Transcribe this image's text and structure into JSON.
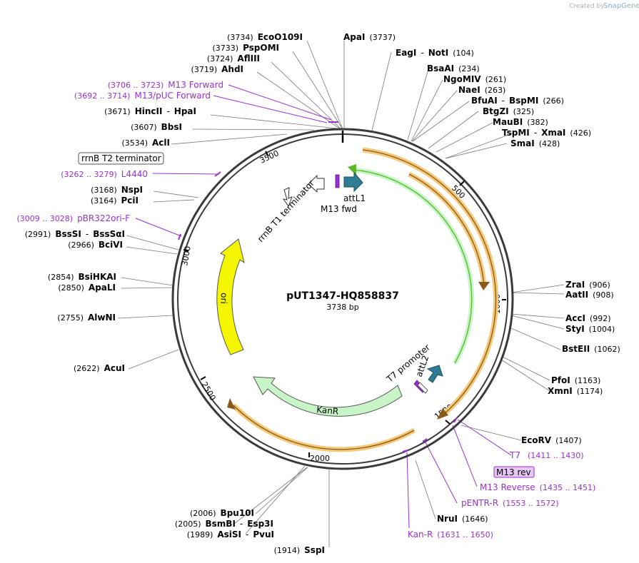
{
  "watermark": {
    "prefix": "Created by",
    "brand": "SnapGene"
  },
  "plasmid": {
    "name": "pUT1347-HQ858837",
    "size_label": "3738 bp"
  },
  "ticks": [
    "500",
    "1000",
    "1500",
    "2000",
    "2500",
    "3000",
    "3500"
  ],
  "features": {
    "attL1": "attL1",
    "m13fwd": "M13 fwd",
    "rrnb_t1": "rrnB T1 terminator",
    "ori": "ori",
    "kanr": "KanR",
    "t7promoter": "T7 promoter",
    "attL2": "attL2"
  },
  "sites": {
    "ecoo109i": {
      "name": "EcoO109I",
      "pos": "(3734)"
    },
    "pspomi": {
      "name": "PspOMI",
      "pos": "(3733)"
    },
    "aflIII": {
      "name": "AflIII",
      "pos": "(3724)"
    },
    "ahdi": {
      "name": "AhdI",
      "pos": "(3719)"
    },
    "m13forward": {
      "name": "M13 Forward",
      "pos": "(3706 .. 3723)"
    },
    "m13puc": {
      "name": "M13/pUC Forward",
      "pos": "(3692 .. 3714)"
    },
    "hincII": {
      "name": "HincII",
      "sep": "-",
      "name2": "HpaI",
      "pos": "(3671)"
    },
    "bbsi": {
      "name": "BbsI",
      "pos": "(3607)"
    },
    "acli": {
      "name": "AclI",
      "pos": "(3534)"
    },
    "rrnb_t2": {
      "name": "rrnB T2 terminator"
    },
    "l4440": {
      "name": "L4440",
      "pos": "(3262 .. 3279)"
    },
    "nspi": {
      "name": "NspI",
      "pos": "(3168)"
    },
    "pcii": {
      "name": "PciI",
      "pos": "(3164)"
    },
    "pbr322": {
      "name": "pBR322ori-F",
      "pos": "(3009 .. 3028)"
    },
    "bsssi": {
      "name": "BssSI",
      "sep": "-",
      "name2": "BssSαI",
      "pos": "(2991)"
    },
    "bcivi": {
      "name": "BciVI",
      "pos": "(2966)"
    },
    "bsihkai": {
      "name": "BsiHKAI",
      "pos": "(2854)"
    },
    "apali": {
      "name": "ApaLI",
      "pos": "(2850)"
    },
    "alwni": {
      "name": "AlwNI",
      "pos": "(2755)"
    },
    "acui": {
      "name": "AcuI",
      "pos": "(2622)"
    },
    "bpu10i": {
      "name": "Bpu10I",
      "pos": "(2006)"
    },
    "bsmbi": {
      "name": "BsmBI",
      "sep": "-",
      "name2": "Esp3I",
      "pos": "(2005)"
    },
    "asisi": {
      "name": "AsiSI",
      "sep": "-",
      "name2": "PvuI",
      "pos": "(1989)"
    },
    "sspi": {
      "name": "SspI",
      "pos": "(1914)"
    },
    "apai": {
      "name": "ApaI",
      "pos": "(3737)"
    },
    "eagi": {
      "name": "EagI",
      "sep": "-",
      "name2": "NotI",
      "pos": "(104)"
    },
    "bsaai": {
      "name": "BsaAI",
      "pos": "(234)"
    },
    "ngomiv": {
      "name": "NgoMIV",
      "pos": "(261)"
    },
    "naei": {
      "name": "NaeI",
      "pos": "(263)"
    },
    "bfuai": {
      "name": "BfuAI",
      "sep": "-",
      "name2": "BspMI",
      "pos": "(266)"
    },
    "btgzi": {
      "name": "BtgZI",
      "pos": "(325)"
    },
    "maubi": {
      "name": "MauBI",
      "pos": "(382)"
    },
    "tspmi": {
      "name": "TspMI",
      "sep": "-",
      "name2": "XmaI",
      "pos": "(426)"
    },
    "smai": {
      "name": "SmaI",
      "pos": "(428)"
    },
    "zrai": {
      "name": "ZraI",
      "pos": "(906)"
    },
    "aatII": {
      "name": "AatII",
      "pos": "(908)"
    },
    "acci": {
      "name": "AccI",
      "pos": "(992)"
    },
    "styi": {
      "name": "StyI",
      "pos": "(1004)"
    },
    "bsteII": {
      "name": "BstEII",
      "pos": "(1062)"
    },
    "pfoi": {
      "name": "PfoI",
      "pos": "(1163)"
    },
    "xmni": {
      "name": "XmnI",
      "pos": "(1174)"
    },
    "ecorv": {
      "name": "EcoRV",
      "pos": "(1407)"
    },
    "t7": {
      "name": "T7",
      "pos": "(1411 .. 1430)"
    },
    "m13rev": {
      "name": "M13 rev"
    },
    "m13reverse": {
      "name": "M13 Reverse",
      "pos": "(1435 .. 1451)"
    },
    "pentr": {
      "name": "pENTR-R",
      "pos": "(1553 .. 1572)"
    },
    "nrui": {
      "name": "NruI",
      "pos": "(1646)"
    },
    "kanr_p": {
      "name": "Kan-R",
      "pos": "(1631 .. 1650)"
    }
  },
  "colors": {
    "backbone": "#3a3a3a",
    "primer": "#9b30d0",
    "ori": "#f5f500",
    "kanr": "#c8f5c8",
    "orf": "#f5c878",
    "green_arc": "#5ab828",
    "att": "#2f7d95"
  }
}
